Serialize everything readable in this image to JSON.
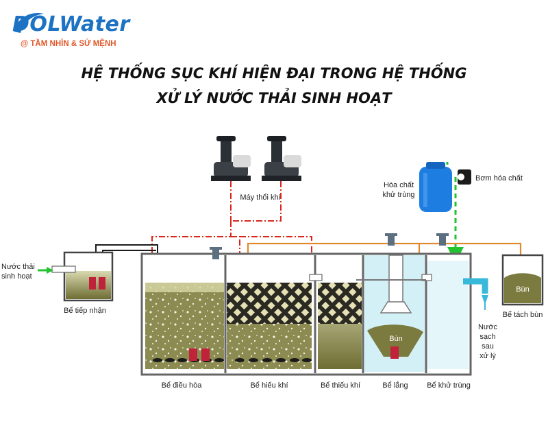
{
  "logo": {
    "brand": "DOLWater",
    "tagline": "@ TẦM NHÌN & SỨ MỆNH"
  },
  "title": {
    "line1": "HỆ THỐNG SỤC KHÍ HIỆN ĐẠI TRONG HỆ THỐNG",
    "line2": "XỬ LÝ NƯỚC THẢI SINH HOẠT"
  },
  "labels": {
    "blower": "Máy thổi khí",
    "chem_tank_1": "Hóa chất",
    "chem_tank_2": "khử trùng",
    "dosing_pump": "Bơm hóa chất",
    "inlet_1": "Nước thải",
    "inlet_2": "sinh hoạt",
    "sludge_settling": "Bùn",
    "sludge_thickener": "Bùn",
    "outlet_1": "Nước",
    "outlet_2": "sạch",
    "outlet_3": "sau",
    "outlet_4": "xử lý"
  },
  "tanks": [
    "Bể tiếp nhận",
    "Bể điều hòa",
    "Bể hiếu khí",
    "Bể thiếu khí",
    "Bể lắng",
    "Bể khử trùng",
    "Bể tách bùn"
  ],
  "colors": {
    "brand": "#1d72c4",
    "tagline": "#e2572a",
    "air_line": "#d9261c",
    "sludge_line": "#e08a2e",
    "chem_line": "#22c230",
    "water": "#c9c897",
    "sludge": "#7c7b3f"
  }
}
